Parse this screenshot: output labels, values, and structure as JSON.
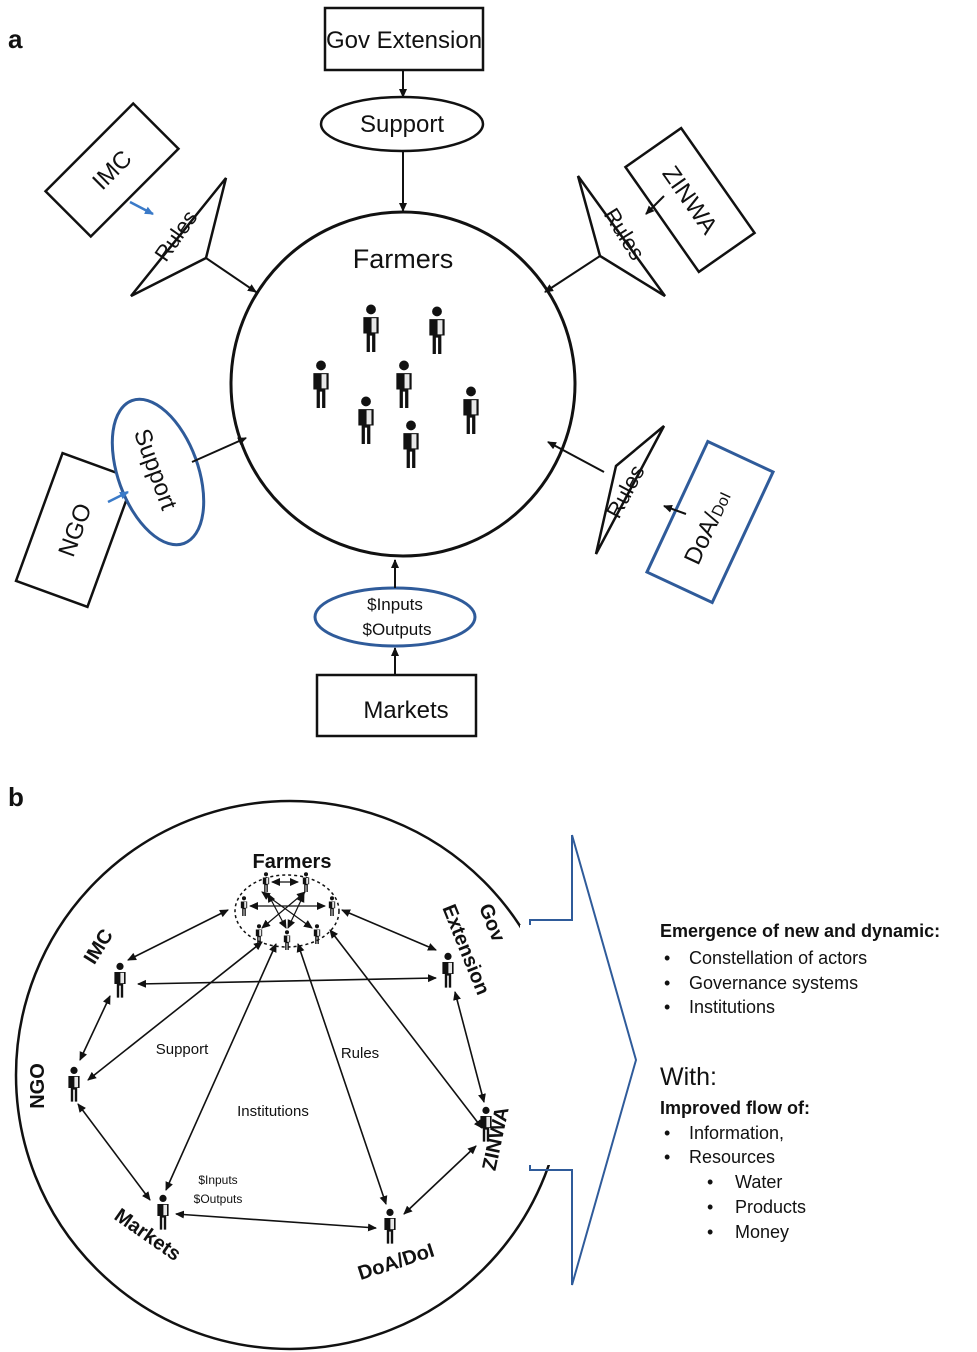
{
  "panel_a": {
    "label": "a",
    "center": "Farmers",
    "gov_extension": "Gov Extension",
    "top_support": "Support",
    "imc": "IMC",
    "imc_rules": "Rules",
    "zinwa": "ZINWA",
    "zinwa_rules": "Rules",
    "ngo": "NGO",
    "ngo_support": "Support",
    "doa": "DoA/",
    "doa_small": "DoI",
    "doa_rules": "Rules",
    "inputs": "$Inputs",
    "outputs": "$Outputs",
    "markets": "Markets"
  },
  "panel_b": {
    "label": "b",
    "farmers": "Farmers",
    "imc": "IMC",
    "gov": "Gov",
    "extension": "Extension",
    "ngo": "NGO",
    "zinwa": "ZINWA",
    "markets": "Markets",
    "doa": "DoA/DoI",
    "support": "Support",
    "rules": "Rules",
    "institutions": "Institutions",
    "inputs": "$Inputs",
    "outputs": "$Outputs"
  },
  "side_text": {
    "heading": "Emergence of new and dynamic:",
    "items": [
      "Constellation of actors",
      "Governance systems",
      "Institutions"
    ],
    "with": "With:",
    "improved": "Improved flow of:",
    "flow": [
      "Information,",
      "Resources"
    ],
    "sub": [
      "Water",
      "Products",
      "Money"
    ]
  },
  "colors": {
    "ink": "#111111",
    "blue": "#2f5b9a",
    "arrow_blue": "#3a7ac8"
  }
}
